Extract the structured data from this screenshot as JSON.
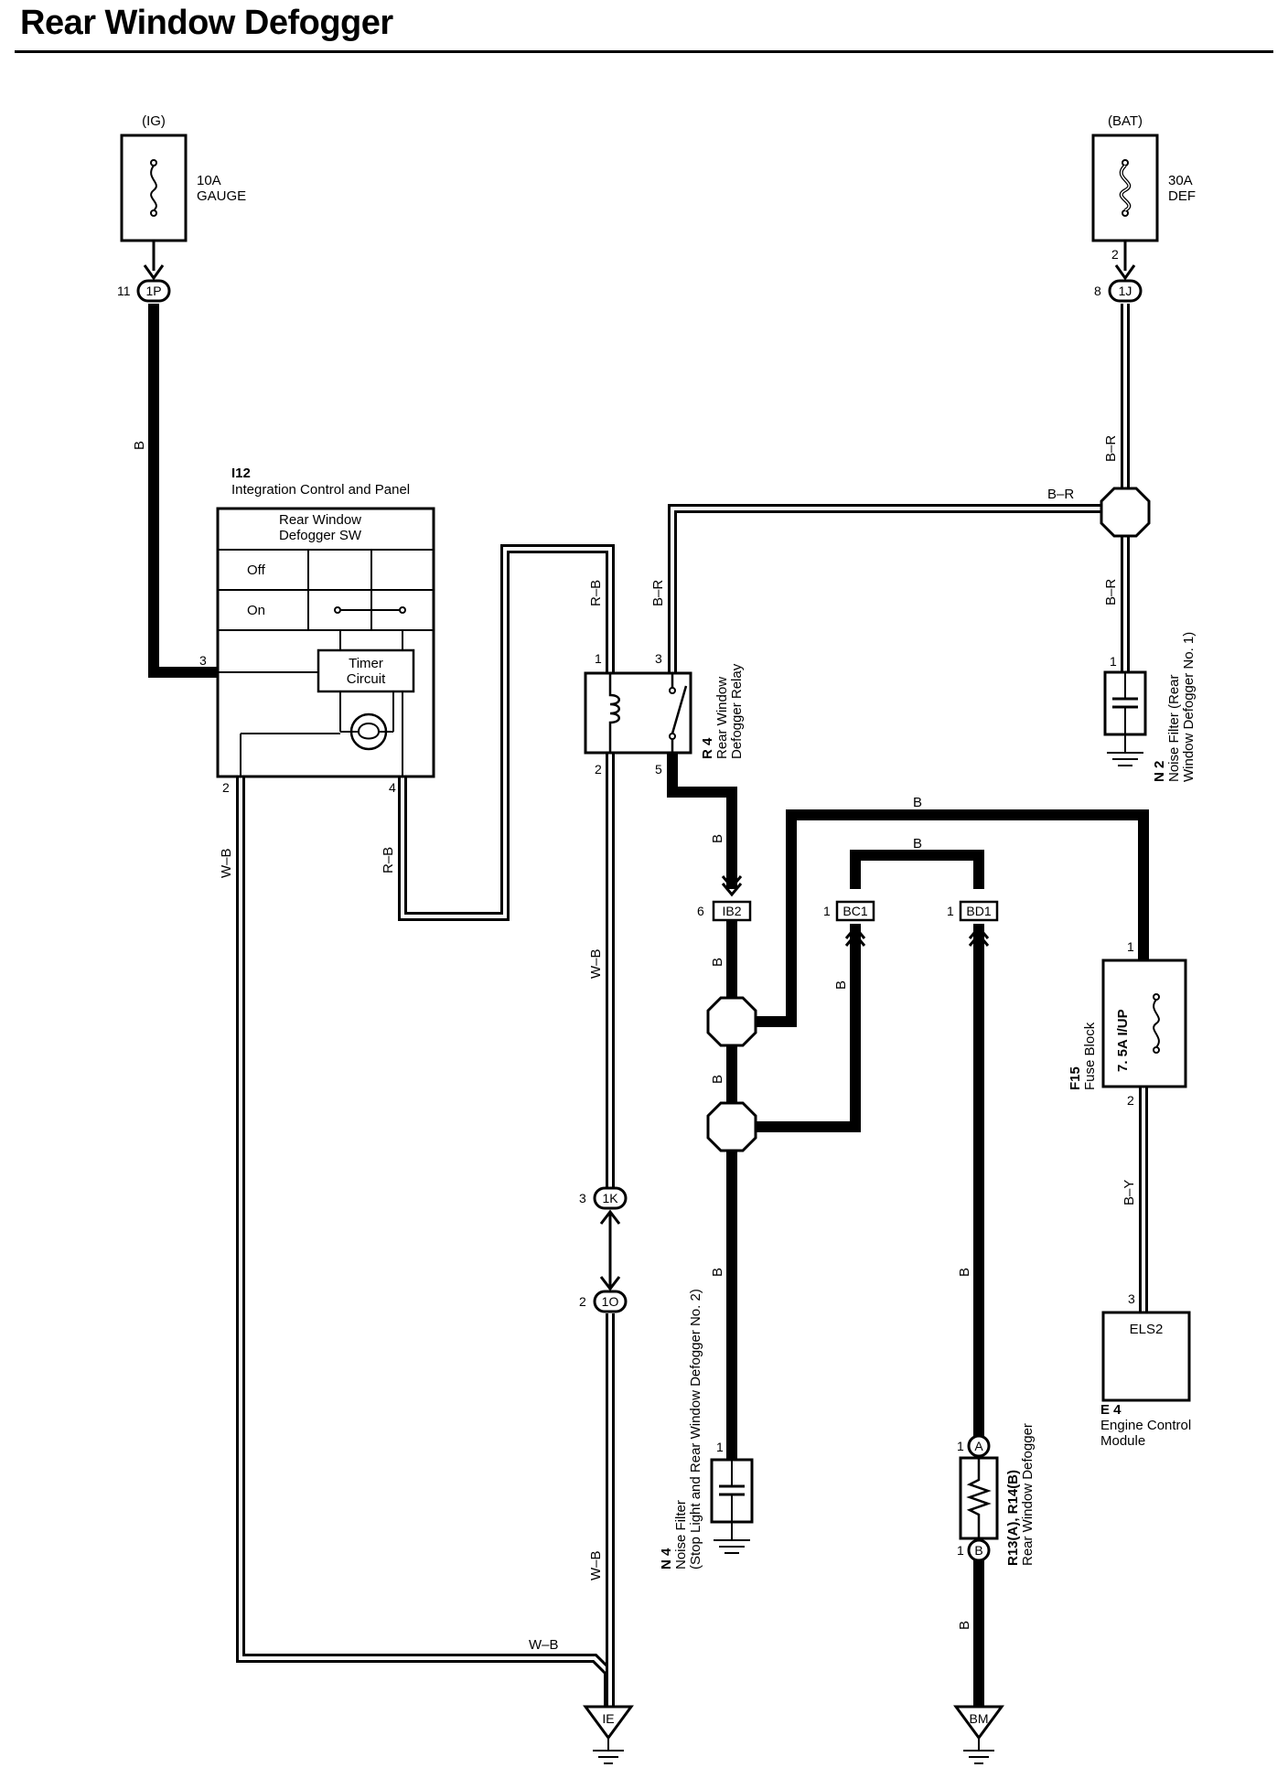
{
  "title": "Rear Window Defogger",
  "colors": {
    "wire": "#000000",
    "background": "#ffffff"
  },
  "components": {
    "fuse_gauge": {
      "source": "(IG)",
      "rating": "10A",
      "name": "GAUGE"
    },
    "fuse_def": {
      "source": "(BAT)",
      "rating": "30A",
      "name": "DEF"
    },
    "i12": {
      "code": "I12",
      "name": "Integration Control and Panel",
      "switch_line1": "Rear Window",
      "switch_line2": "Defogger SW",
      "off": "Off",
      "on": "On",
      "timer_line1": "Timer",
      "timer_line2": "Circuit",
      "pin3": "3",
      "pin2": "2",
      "pin4": "4"
    },
    "r4": {
      "code": "R 4",
      "name_line1": "Rear Window",
      "name_line2": "Defogger Relay",
      "pin1": "1",
      "pin2": "2",
      "pin3": "3",
      "pin5": "5"
    },
    "n2": {
      "code": "N 2",
      "name_line1": "Noise Filter (Rear",
      "name_line2": "Window Defogger No. 1)",
      "pin1": "1"
    },
    "n4": {
      "code": "N 4",
      "name_line1": "Noise Filter",
      "name_line2": "(Stop Light and Rear Window Defogger No. 2)",
      "pin1": "1"
    },
    "f15": {
      "code": "F15",
      "name": "Fuse Block",
      "fuse": "7. 5A I/UP",
      "pin1": "1",
      "pin2": "2"
    },
    "e4": {
      "code": "E 4",
      "name_line1": "Engine Control",
      "name_line2": "Module",
      "terminal": "ELS2",
      "pin3": "3"
    },
    "r13": {
      "code": "R13(A), R14(B)",
      "name": "Rear Window Defogger",
      "conn_a": "A",
      "conn_b": "B",
      "pin_a": "1",
      "pin_b": "1"
    }
  },
  "connectors": {
    "c1p": {
      "id": "1P",
      "pin": "11"
    },
    "c1j": {
      "id": "1J",
      "pin": "8",
      "pin_fuse": "2"
    },
    "ib2": {
      "id": "IB2",
      "pin": "6"
    },
    "bc1": {
      "id": "BC1",
      "pin": "1"
    },
    "bd1": {
      "id": "BD1",
      "pin": "1"
    },
    "c1k": {
      "id": "1K",
      "pin": "3"
    },
    "c1o": {
      "id": "1O",
      "pin": "2"
    }
  },
  "grounds": {
    "ie": "IE",
    "bm": "BM"
  },
  "wire_colors": {
    "b": "B",
    "br": "B–R",
    "rb": "R–B",
    "wb": "W–B",
    "by": "B–Y"
  }
}
